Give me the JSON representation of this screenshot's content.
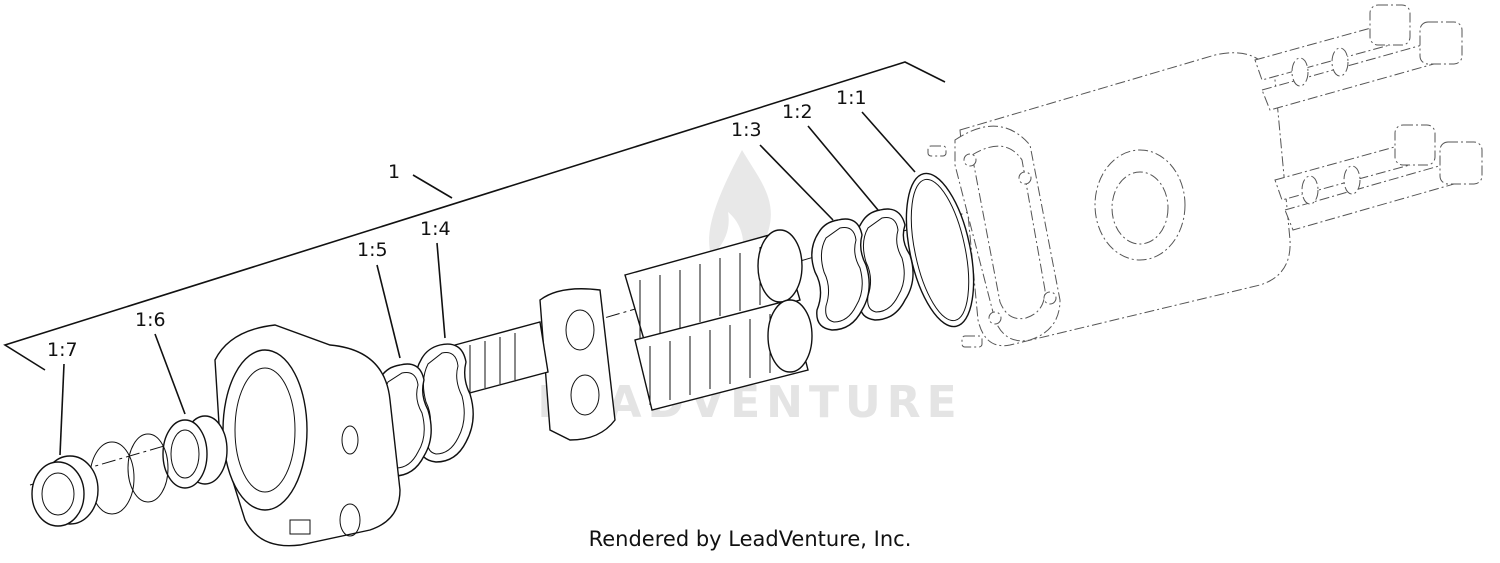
{
  "watermark": {
    "brand_text": "LEADVENTURE",
    "color": "#e4e4e4"
  },
  "credit_text": "Rendered by LeadVenture, Inc.",
  "callouts": {
    "assembly": "1",
    "c1_1": "1:1",
    "c1_2": "1:2",
    "c1_3": "1:3",
    "c1_4": "1:4",
    "c1_5": "1:5",
    "c1_6": "1:6",
    "c1_7": "1:7"
  }
}
